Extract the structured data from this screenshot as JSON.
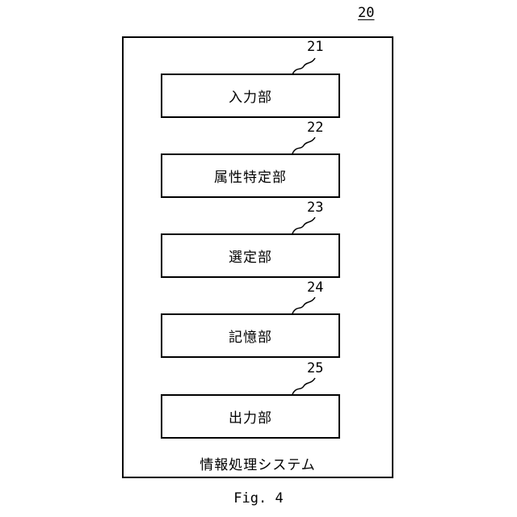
{
  "system": {
    "ref": "20",
    "label": "情報処理システム"
  },
  "units": [
    {
      "ref": "21",
      "label": "入力部"
    },
    {
      "ref": "22",
      "label": "属性特定部"
    },
    {
      "ref": "23",
      "label": "選定部"
    },
    {
      "ref": "24",
      "label": "記憶部"
    },
    {
      "ref": "25",
      "label": "出力部"
    }
  ],
  "caption": "Fig. 4"
}
